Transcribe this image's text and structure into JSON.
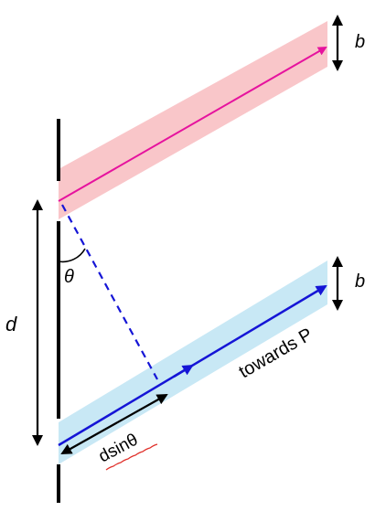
{
  "labels": {
    "b_top": "b",
    "b_bottom": "b",
    "d": "d",
    "theta": "θ",
    "dsin": "dsinθ",
    "towards": "towards P"
  },
  "colors": {
    "top_band": "#f9c6c9",
    "top_ray": "#e6139e",
    "bottom_band": "#c8e8f5",
    "bottom_ray": "#1515d6",
    "dashed": "#1515d6",
    "ink": "#000000",
    "underline": "#e0302a"
  }
}
